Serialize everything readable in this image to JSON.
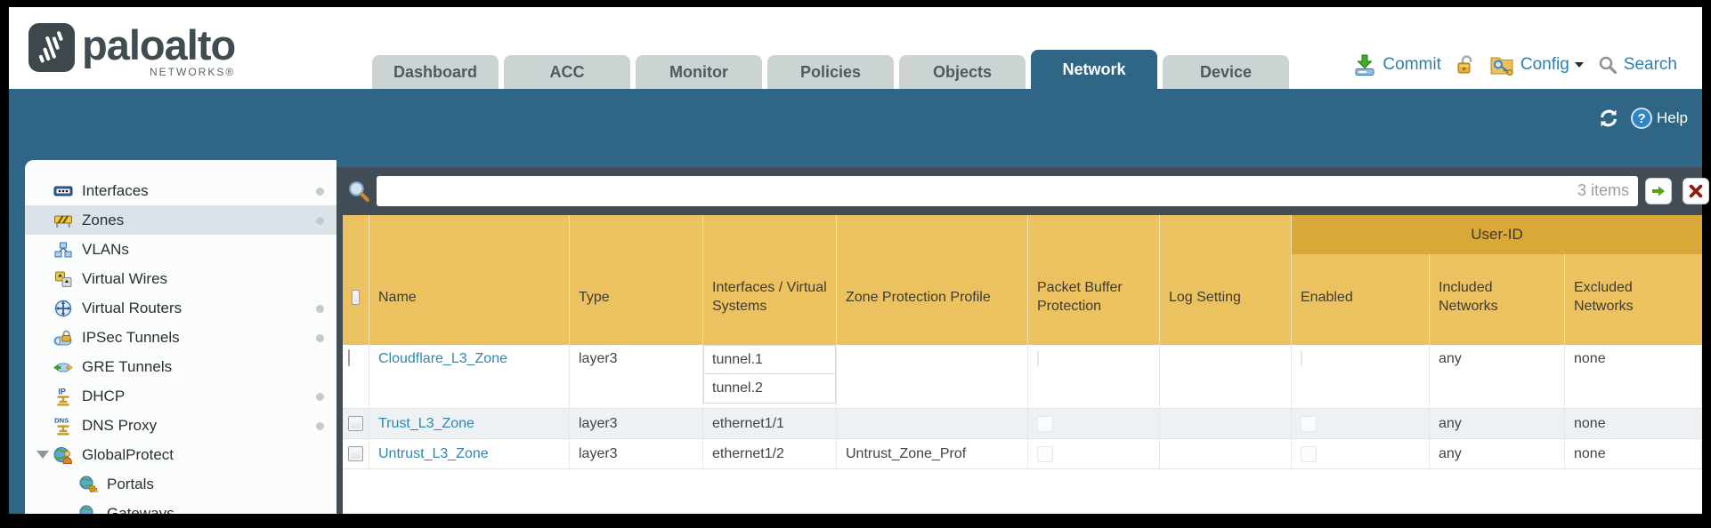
{
  "header": {
    "brand": "paloalto",
    "brand_sub": "NETWORKS®",
    "tabs": [
      {
        "label": "Dashboard",
        "active": false
      },
      {
        "label": "ACC",
        "active": false
      },
      {
        "label": "Monitor",
        "active": false
      },
      {
        "label": "Policies",
        "active": false
      },
      {
        "label": "Objects",
        "active": false
      },
      {
        "label": "Network",
        "active": true
      },
      {
        "label": "Device",
        "active": false
      }
    ],
    "actions": {
      "commit": "Commit",
      "config": "Config",
      "search": "Search"
    }
  },
  "subheader": {
    "help_label": "Help",
    "help_glyph": "?"
  },
  "sidebar": {
    "items": [
      {
        "label": "Interfaces",
        "icon": "interfaces-icon",
        "dot": true
      },
      {
        "label": "Zones",
        "icon": "zones-icon",
        "dot": true,
        "selected": true
      },
      {
        "label": "VLANs",
        "icon": "vlans-icon",
        "dot": false
      },
      {
        "label": "Virtual Wires",
        "icon": "virtual-wires-icon",
        "dot": false
      },
      {
        "label": "Virtual Routers",
        "icon": "virtual-routers-icon",
        "dot": true
      },
      {
        "label": "IPSec Tunnels",
        "icon": "ipsec-tunnels-icon",
        "dot": true
      },
      {
        "label": "GRE Tunnels",
        "icon": "gre-tunnels-icon",
        "dot": false
      },
      {
        "label": "DHCP",
        "icon": "dhcp-icon",
        "dot": true
      },
      {
        "label": "DNS Proxy",
        "icon": "dns-proxy-icon",
        "dot": true
      },
      {
        "label": "GlobalProtect",
        "icon": "globalprotect-icon",
        "dot": false,
        "expanded": true
      },
      {
        "label": "Portals",
        "icon": "portals-icon",
        "dot": false,
        "indent": true
      },
      {
        "label": "Gateways",
        "icon": "gateways-icon",
        "dot": false,
        "indent": true
      }
    ],
    "icon_text": {
      "ip": "IP",
      "dns": "DNS"
    }
  },
  "toolbar": {
    "items_count": "3 items",
    "search_value": "",
    "search_placeholder": ""
  },
  "table": {
    "group_header": "User-ID",
    "columns": [
      "Name",
      "Type",
      "Interfaces / Virtual Systems",
      "Zone Protection Profile",
      "Packet Buffer Protection",
      "Log Setting",
      "Enabled",
      "Included Networks",
      "Excluded Networks"
    ],
    "rows": [
      {
        "name": "Cloudflare_L3_Zone",
        "type": "layer3",
        "interfaces": [
          "tunnel.1",
          "tunnel.2"
        ],
        "zone_protection_profile": "",
        "log_setting": "",
        "included_networks": "any",
        "excluded_networks": "none"
      },
      {
        "name": "Trust_L3_Zone",
        "type": "layer3",
        "interfaces": [
          "ethernet1/1"
        ],
        "zone_protection_profile": "",
        "log_setting": "",
        "included_networks": "any",
        "excluded_networks": "none"
      },
      {
        "name": "Untrust_L3_Zone",
        "type": "layer3",
        "interfaces": [
          "ethernet1/2"
        ],
        "zone_protection_profile": "Untrust_Zone_Prof",
        "log_setting": "",
        "included_networks": "any",
        "excluded_networks": "none"
      }
    ]
  },
  "colors": {
    "teal": "#2f6585",
    "slate": "#424d56",
    "header_gold": "#ecc160",
    "header_gold_dark": "#d9a838",
    "link_blue": "#2e87ad",
    "action_blue": "#2e7fad",
    "row_alt": "#eef1f4"
  }
}
